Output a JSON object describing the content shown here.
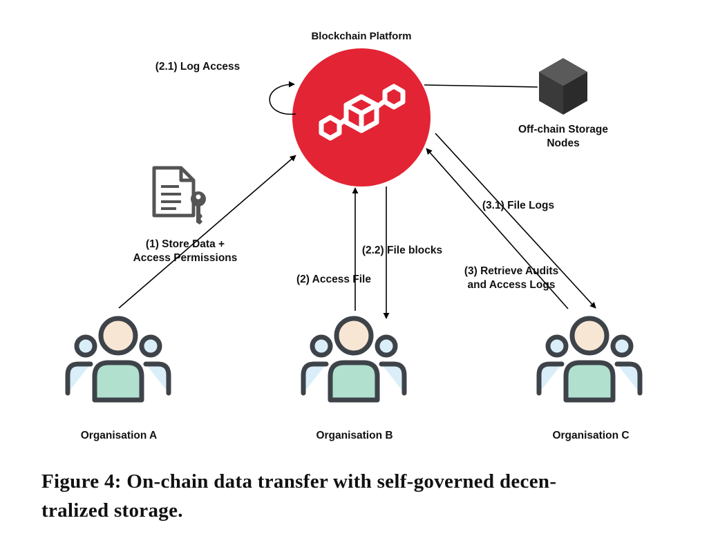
{
  "diagram": {
    "platform_label": "Blockchain Platform",
    "storage_label_line1": "Off-chain Storage",
    "storage_label_line2": "Nodes",
    "org_a_label": "Organisation A",
    "org_b_label": "Organisation B",
    "org_c_label": "Organisation C",
    "edge_log_access": "(2.1) Log Access",
    "edge_store_line1": "(1) Store Data +",
    "edge_store_line2": "Access Permissions",
    "edge_access_file": "(2) Access File",
    "edge_file_blocks": "(2.2) File blocks",
    "edge_file_logs": "(3.1) File Logs",
    "edge_retrieve_line1": "(3) Retrieve Audits",
    "edge_retrieve_line2": "and Access Logs",
    "colors": {
      "platform": "#e32434",
      "storage_cube": "#3f3f3f",
      "person_head": "#f8e6d4",
      "person_body": "#b1e0cf",
      "side_person": "#d9eef8",
      "outline": "#3d4349"
    }
  },
  "caption": {
    "line1": "Figure 4: On-chain data transfer with self-governed decen-",
    "line2": "tralized storage."
  }
}
